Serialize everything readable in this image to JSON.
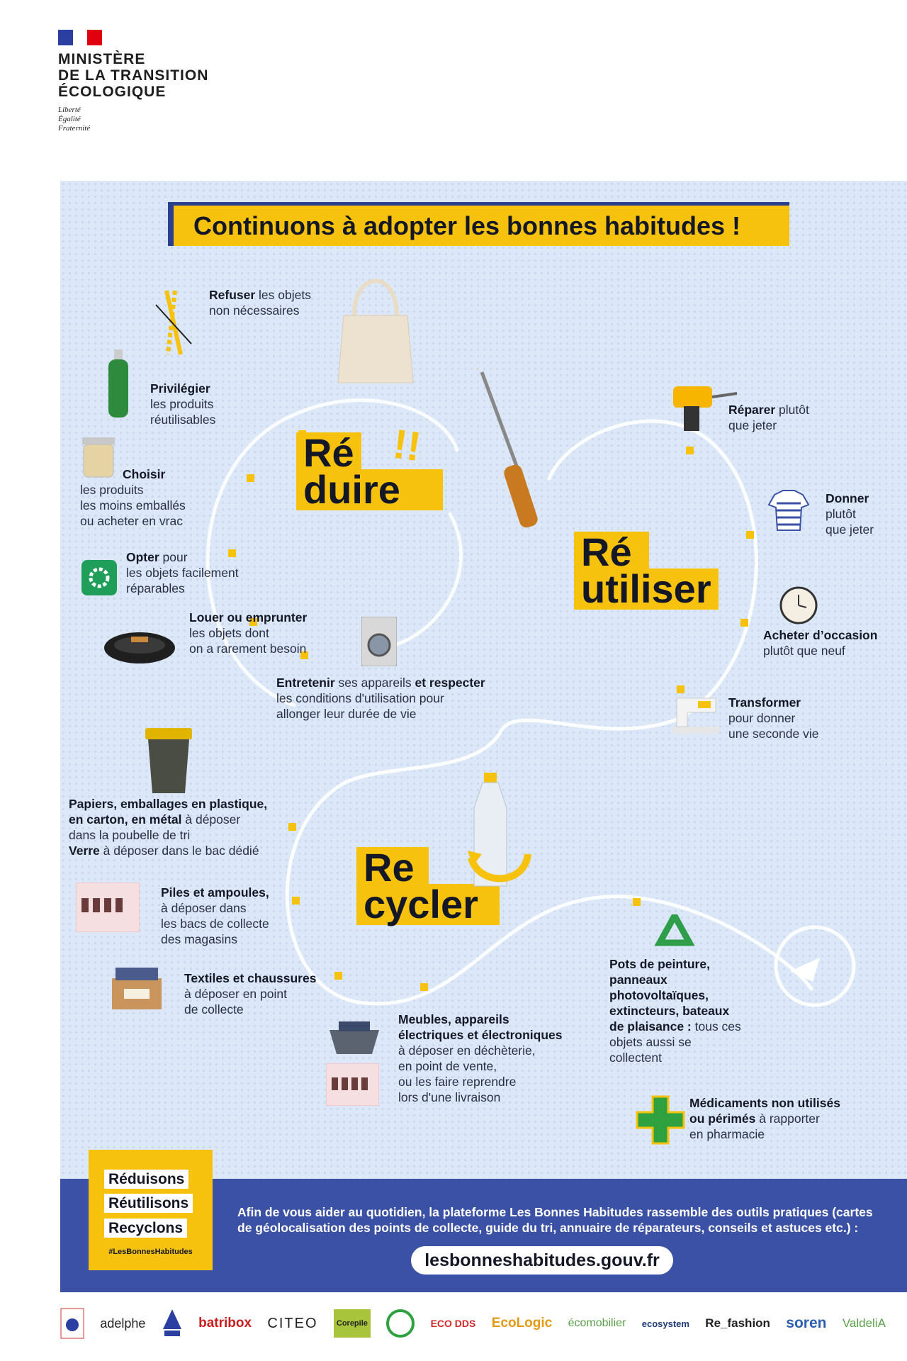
{
  "header": {
    "ministry_lines": [
      "MINISTÈRE",
      "DE LA TRANSITION",
      "ÉCOLOGIQUE"
    ],
    "motto_lines": [
      "Liberté",
      "Égalité",
      "Fraternité"
    ]
  },
  "title": "Continuons à adopter les bonnes habitudes !",
  "sections": {
    "reduire": {
      "line1": "Ré",
      "line2": "duire",
      "exclaim": "!!"
    },
    "reutiliser": {
      "line1": "Ré",
      "line2": "utiliser"
    },
    "recycler": {
      "line1": "Re",
      "line2": "cycler"
    }
  },
  "items": {
    "refuser": {
      "bold": "Refuser",
      "rest": " les objets",
      "line2": "non nécessaires"
    },
    "privilegier": {
      "bold": "Privilégier",
      "line2": "les produits",
      "line3": "réutilisables"
    },
    "choisir": {
      "bold": "Choisir",
      "line2": "les produits",
      "line3": "les moins emballés",
      "line4": "ou acheter en vrac"
    },
    "opter": {
      "bold": "Opter",
      "rest": " pour",
      "line2": "les objets facilement",
      "line3": "réparables"
    },
    "louer": {
      "bold": "Louer ou emprunter",
      "line2": "les objets dont",
      "line3": "on a rarement besoin"
    },
    "entretenir": {
      "bold1": "Entretenir",
      "mid": " ses appareils ",
      "bold2": "et respecter",
      "line2": "les conditions d'utilisation pour",
      "line3": "allonger leur durée de vie"
    },
    "reparer": {
      "bold": "Réparer",
      "rest": " plutôt",
      "line2": "que jeter"
    },
    "donner": {
      "bold": "Donner",
      "line2": "plutôt",
      "line3": "que jeter"
    },
    "acheter": {
      "bold": "Acheter d’occasion",
      "line2": "plutôt que neuf"
    },
    "transformer": {
      "bold": "Transformer",
      "line2": "pour donner",
      "line3": "une seconde vie"
    },
    "papiers": {
      "bold1": "Papiers, emballages en plastique,",
      "bold2": "en carton, en métal",
      "rest2": " à déposer",
      "line3": "dans la poubelle de tri",
      "bold4": "Verre",
      "rest4": " à déposer dans le bac dédié"
    },
    "piles": {
      "bold": "Piles et ampoules,",
      "line2": "à déposer dans",
      "line3": "les bacs de collecte",
      "line4": "des magasins"
    },
    "textiles": {
      "bold": "Textiles et chaussures",
      "line2": "à déposer en point",
      "line3": "de collecte"
    },
    "meubles": {
      "bold1": "Meubles, appareils",
      "bold2": "électriques et électroniques",
      "line3": "à déposer en déchèterie,",
      "line4": "en point de vente,",
      "line5": "ou les faire reprendre",
      "line6": "lors d'une livraison"
    },
    "pots": {
      "bold1": "Pots de peinture,",
      "bold2": "panneaux",
      "bold3": "photovoltaïques,",
      "bold4": "extincteurs, bateaux",
      "bold5": "de plaisance :",
      "rest5": " tous ces",
      "line6": "objets aussi se",
      "line7": "collectent"
    },
    "medicaments": {
      "bold1": "Médicaments non utilisés",
      "bold2": "ou périmés",
      "rest2": " à rapporter",
      "line3": "en pharmacie"
    }
  },
  "badge": {
    "words": [
      "Réduisons",
      "Réutilisons",
      "Recyclons"
    ],
    "hashtag": "#LesBonnesHabitudes"
  },
  "band": {
    "text": "Afin de vous aider au quotidien, la plateforme Les Bonnes Habitudes rassemble des outils pratiques (cartes de géolocalisation des points de collecte, guide du tri, annuaire de réparateurs, conseils et astuces etc.) :",
    "url": "lesbonneshabitudes.gouv.fr"
  },
  "partners": [
    "adelphe",
    "batribox",
    "CITEO",
    "Corepile",
    "ECO DDS",
    "EcoLogic",
    "écomobilier",
    "ecosystem",
    "Re_fashion",
    "soren",
    "ValdeliA"
  ],
  "colors": {
    "yellow": "#f7c20e",
    "navy": "#3a51a5",
    "background": "#dce8f7",
    "path": "#ffffff"
  }
}
